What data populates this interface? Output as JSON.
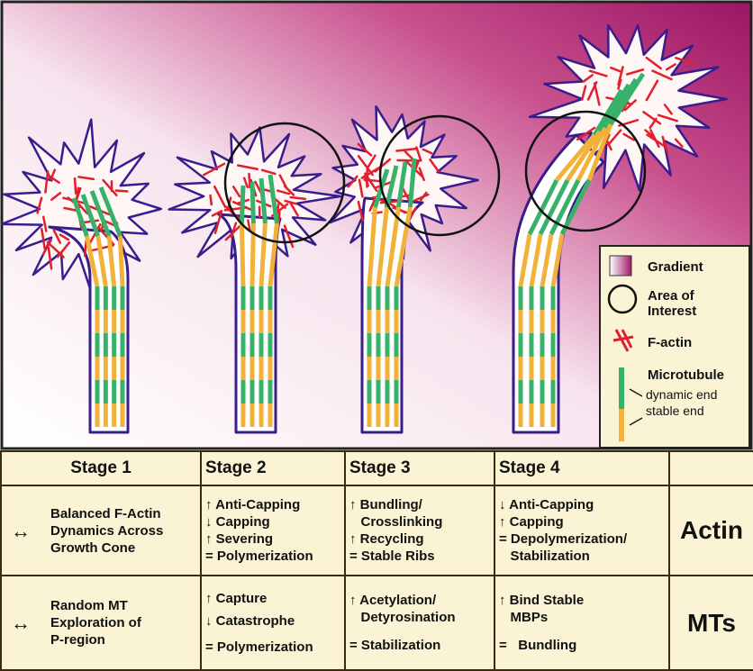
{
  "colors": {
    "gradient": "#a3186a",
    "f_actin": "#e0202c",
    "mt_dynamic": "#38b26a",
    "mt_stable": "#f2b23a",
    "outline": "#3a1c8c",
    "panel": "#fbf4d4"
  },
  "legend": {
    "gradient": "Gradient",
    "area_of_interest": "Area of\nInterest",
    "f_actin": "F-actin",
    "microtubule": "Microtubule",
    "dynamic_end": "dynamic end",
    "stable_end": "stable end"
  },
  "table": {
    "headers": [
      "Stage 1",
      "Stage 2",
      "Stage 3",
      "Stage 4"
    ],
    "actin_label": "Actin",
    "mts_label": "MTs",
    "actin_row": [
      {
        "symbol": "↔",
        "lines": [
          "Balanced F-Actin",
          "Dynamics Across",
          "Growth Cone"
        ]
      },
      {
        "lines": [
          "↑ Anti-Capping",
          "↓ Capping",
          "↑ Severing",
          "= Polymerization"
        ]
      },
      {
        "lines": [
          "↑ Bundling/",
          "   Crosslinking",
          "↑ Recycling",
          "= Stable Ribs"
        ]
      },
      {
        "lines": [
          "↓ Anti-Capping",
          "↑ Capping",
          "= Depolymerization/",
          "   Stabilization"
        ]
      }
    ],
    "mt_row": [
      {
        "symbol": "↔",
        "lines": [
          "Random MT",
          "Exploration of",
          "P-region"
        ]
      },
      {
        "lines": [
          "↑ Capture",
          "↓ Catastrophe",
          "= Polymerization"
        ]
      },
      {
        "lines": [
          "↑ Acetylation/",
          "   Detyrosination",
          "= Stabilization"
        ]
      },
      {
        "lines": [
          "↑ Bind Stable",
          "   MBPs",
          "=   Bundling"
        ]
      }
    ]
  }
}
